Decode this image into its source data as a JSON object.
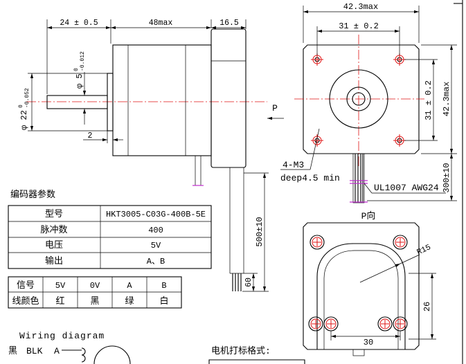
{
  "side_view": {
    "shaft_length": "24 ± 0.5",
    "body_length": "48max",
    "encoder_length": "16.5",
    "boss_diameter": {
      "nominal": "φ 22",
      "upper_tol": "0",
      "lower_tol": "-0.052"
    },
    "shaft_diameter": {
      "nominal": "φ 5",
      "upper_tol": "0",
      "lower_tol": "-0.012"
    },
    "boss_length": "2",
    "cable_length": "500±10",
    "lead_strip_length": "60",
    "view_marker": "P"
  },
  "front_view": {
    "overall_width": "42.3max",
    "hole_pitch_horizontal": "31 ± 0.2",
    "hole_pitch_vertical": "31 ± 0.2",
    "overall_height": "42.3max",
    "thread_callout": "4-M3",
    "thread_depth": "deep4.5 min",
    "cable_spec": "UL1007 AWG24",
    "cable_length": "300±10"
  },
  "p_view": {
    "title": "P向",
    "cover_radius": "R15",
    "cover_height": "26",
    "cover_width": "30"
  },
  "encoder_params": {
    "title": "编码器参数",
    "rows": [
      {
        "label": "型号",
        "value": "HKT3005-C03G-400B-5E"
      },
      {
        "label": "脉冲数",
        "value": "400"
      },
      {
        "label": "电压",
        "value": "5V"
      },
      {
        "label": "输出",
        "value": "A、B"
      }
    ]
  },
  "wire_table": {
    "signal_row": [
      "信号",
      "5V",
      "0V",
      "A",
      "B"
    ],
    "color_row": [
      "线颜色",
      "红",
      "黑",
      "绿",
      "白"
    ]
  },
  "wiring_diagram": {
    "title": "Wiring diagram",
    "wire_color_cn": "黑",
    "wire_color_en": "BLK",
    "phase": "A"
  },
  "marking": {
    "title": "电机打标格式:"
  },
  "colors": {
    "line": "#000000",
    "centerline": "#e01515",
    "cable_marker": "#c02ccf"
  }
}
